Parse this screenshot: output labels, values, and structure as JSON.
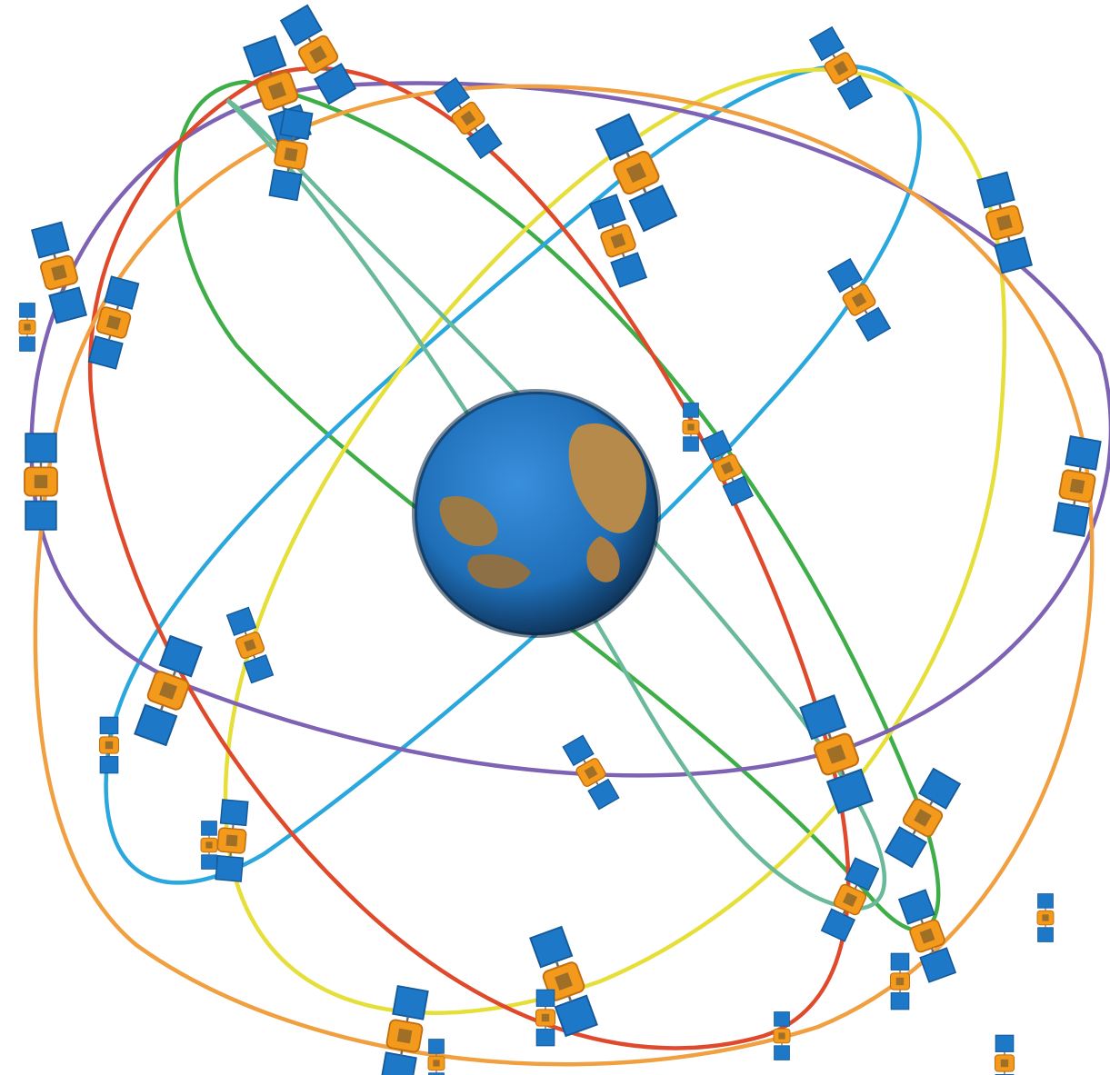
{
  "scene": {
    "subject": "satellite-constellation",
    "background_color": "#ffffff"
  },
  "earth": {
    "ocean_color": "#1f6fb8",
    "land_color": "#b58a4a",
    "shade_color": "#0d2f52"
  },
  "orbits": [
    {
      "name": "orbit-green",
      "color": "#3fae49"
    },
    {
      "name": "orbit-cyan",
      "color": "#2aa7dc"
    },
    {
      "name": "orbit-yellow",
      "color": "#e6df3a"
    },
    {
      "name": "orbit-purple",
      "color": "#7e62b3"
    },
    {
      "name": "orbit-red",
      "color": "#e04a2c"
    },
    {
      "name": "orbit-orange",
      "color": "#f0a040"
    },
    {
      "name": "orbit-teal",
      "color": "#69b99a"
    }
  ],
  "satellite": {
    "panel_color": "#1e78c8",
    "body_color": "#f39a1d",
    "count": 34
  }
}
